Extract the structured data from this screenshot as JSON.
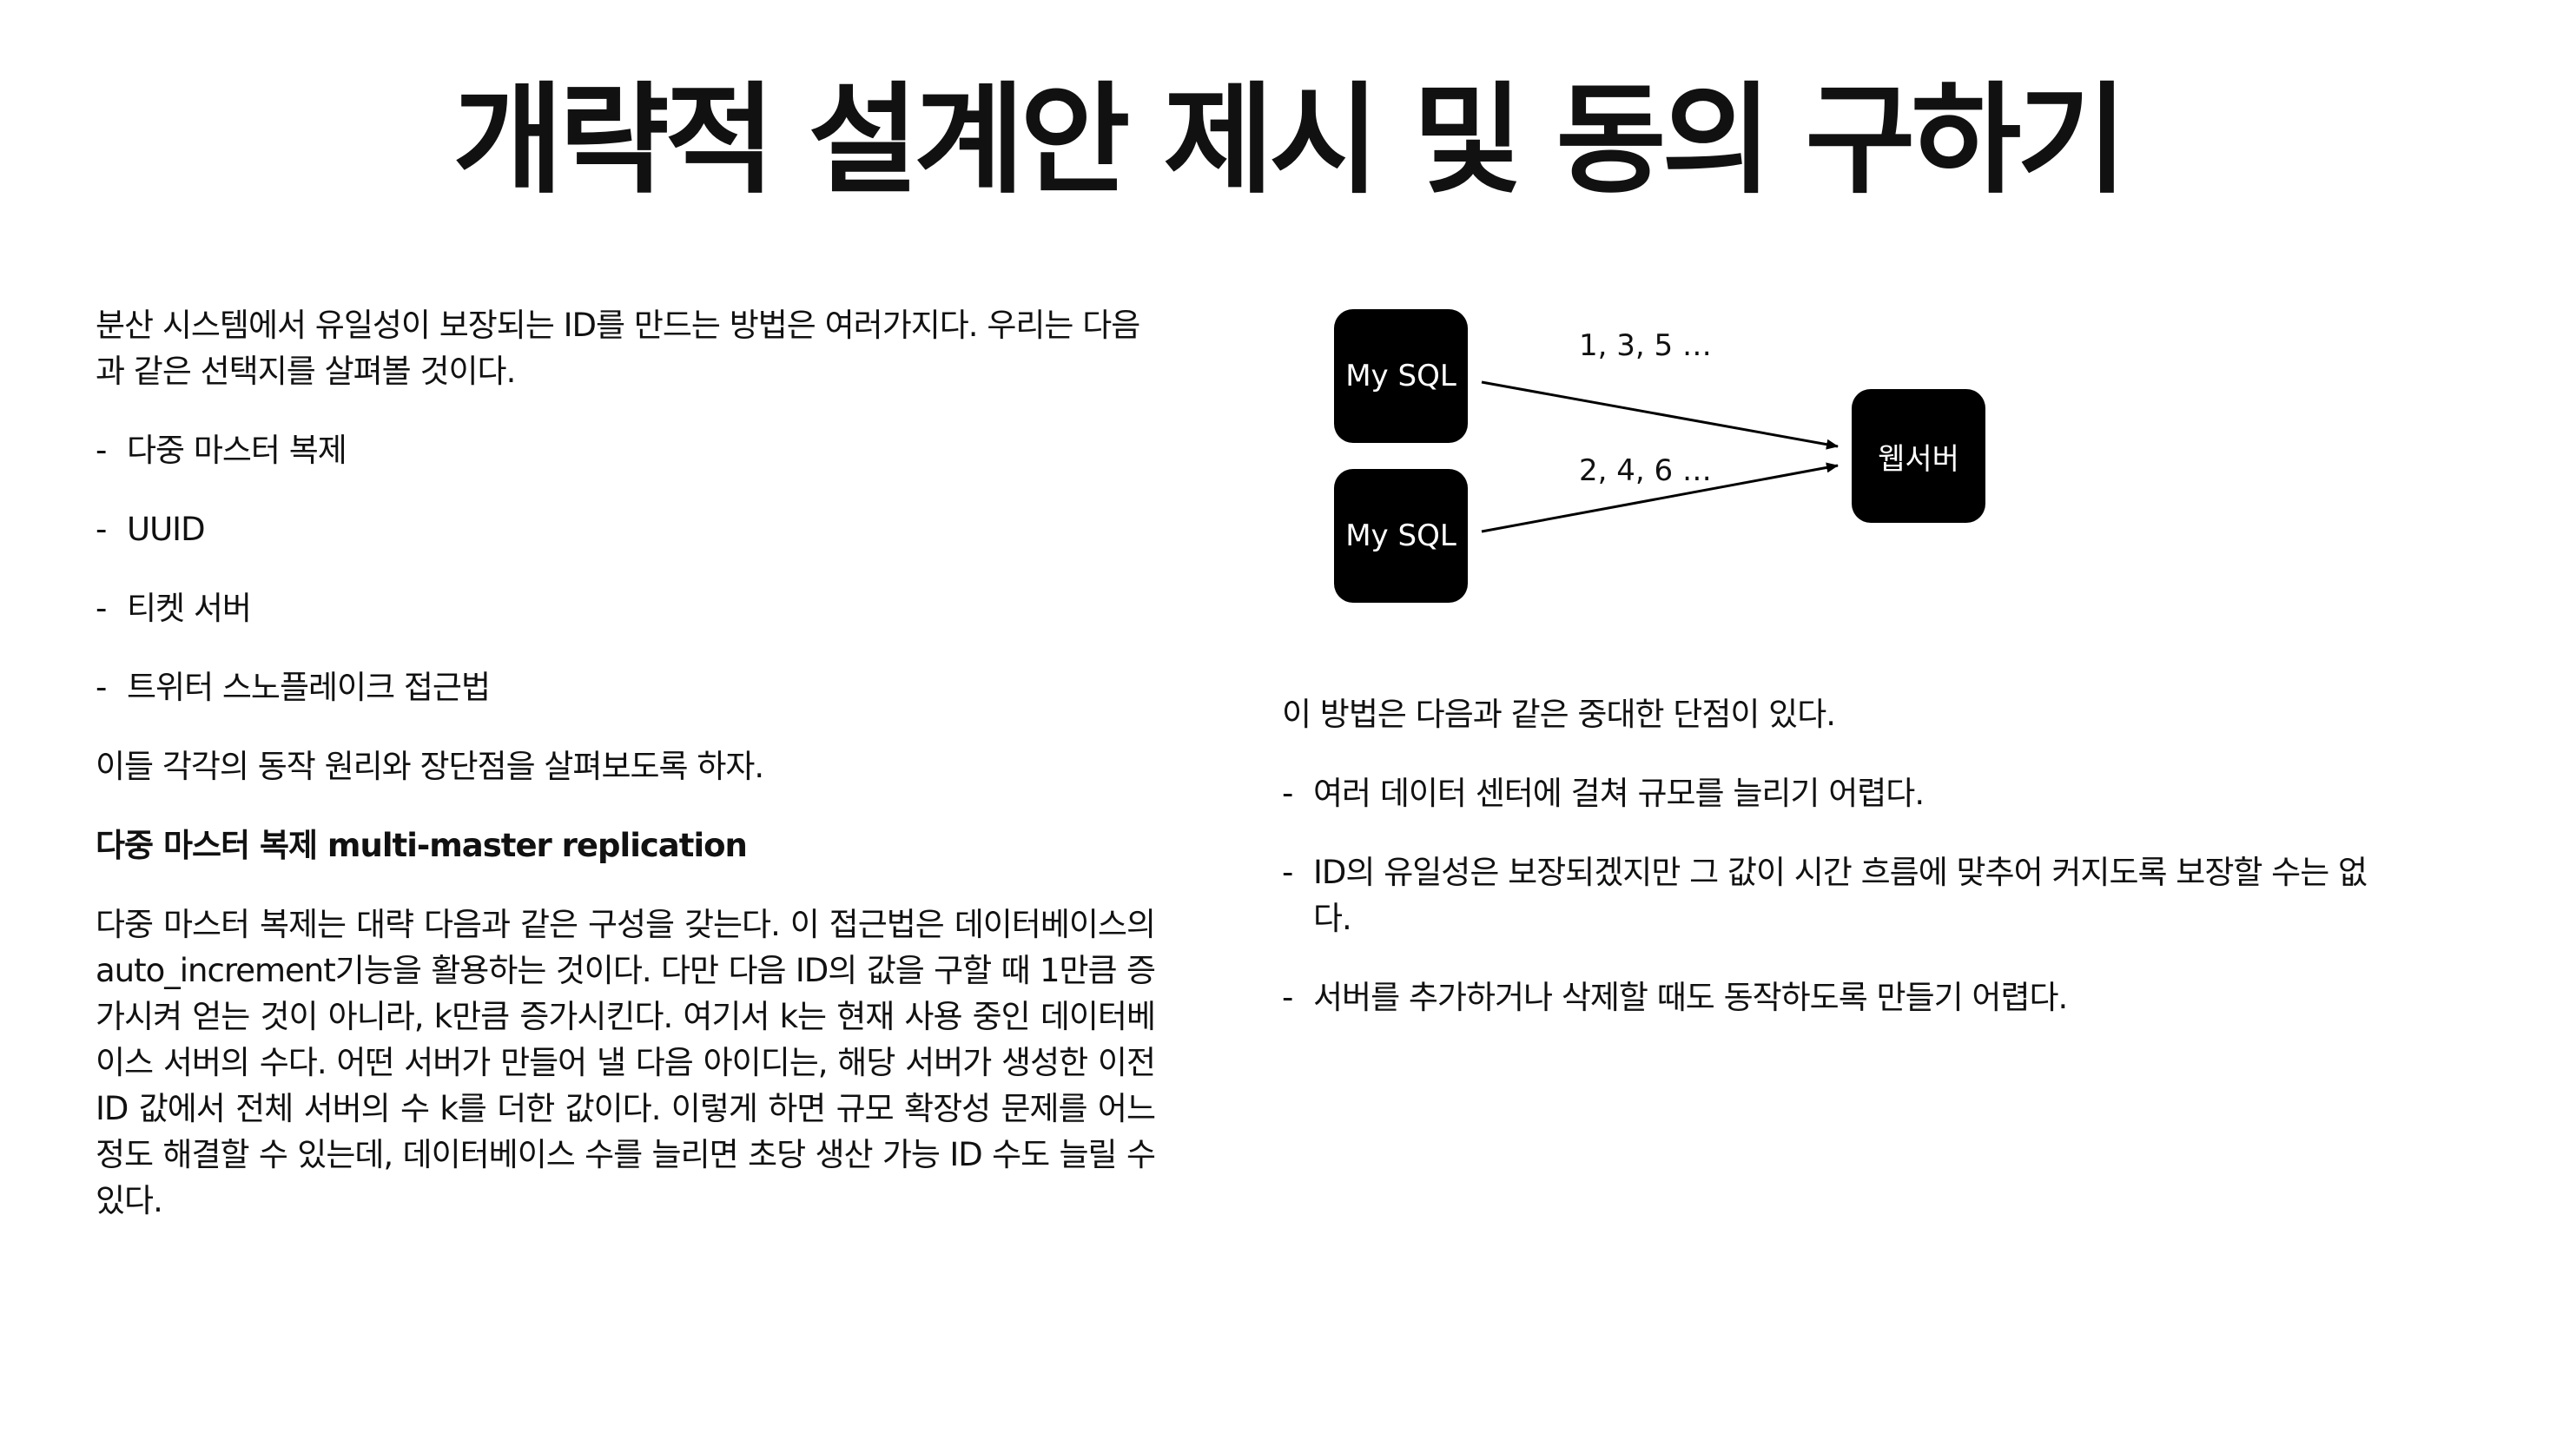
{
  "title": "개략적 설계안 제시 및 동의 구하기",
  "left_column": {
    "intro": "분산 시스템에서 유일성이 보장되는 ID를 만드는 방법은 여러가지다. 우리는 다음과 같은 선택지를 살펴볼 것이다.",
    "options": [
      "다중 마스터 복제",
      "UUID",
      "티켓 서버",
      "트위터 스노플레이크 접근법"
    ],
    "summary": "이들 각각의 동작 원리와 장단점을 살펴보도록 하자.",
    "section_heading": "다중 마스터 복제 multi-master replication",
    "section_body": "다중 마스터 복제는 대략 다음과 같은 구성을 갖는다. 이 접근법은 데이터베이스의 auto_increment기능을 활용하는 것이다. 다만 다음 ID의 값을 구할 때 1만큼 증가시켜 얻는 것이 아니라, k만큼 증가시킨다. 여기서 k는 현재 사용 중인 데이터베이스 서버의 수다. 어떤 서버가 만들어 낼 다음 아이디는, 해당 서버가 생성한 이전 ID 값에서 전체 서버의 수 k를 더한 값이다. 이렇게 하면 규모 확장성 문제를 어느 정도 해결할 수 있는데, 데이터베이스 수를 늘리면 초당 생산 가능 ID 수도 늘릴 수 있다."
  },
  "diagram": {
    "db1_label": "My SQL",
    "db2_label": "My SQL",
    "web_label": "웹서버",
    "edge1_label": "1, 3, 5 …",
    "edge2_label": "2, 4, 6 …"
  },
  "right_column": {
    "intro": "이 방법은 다음과 같은 중대한 단점이 있다.",
    "drawbacks": [
      "여러 데이터 센터에 걸쳐 규모를 늘리기 어렵다.",
      "ID의 유일성은 보장되겠지만 그 값이 시간 흐름에 맞추어 커지도록 보장할 수는 없다.",
      "서버를 추가하거나 삭제할 때도 동작하도록 만들기 어렵다."
    ]
  },
  "bullet_marker": "-"
}
